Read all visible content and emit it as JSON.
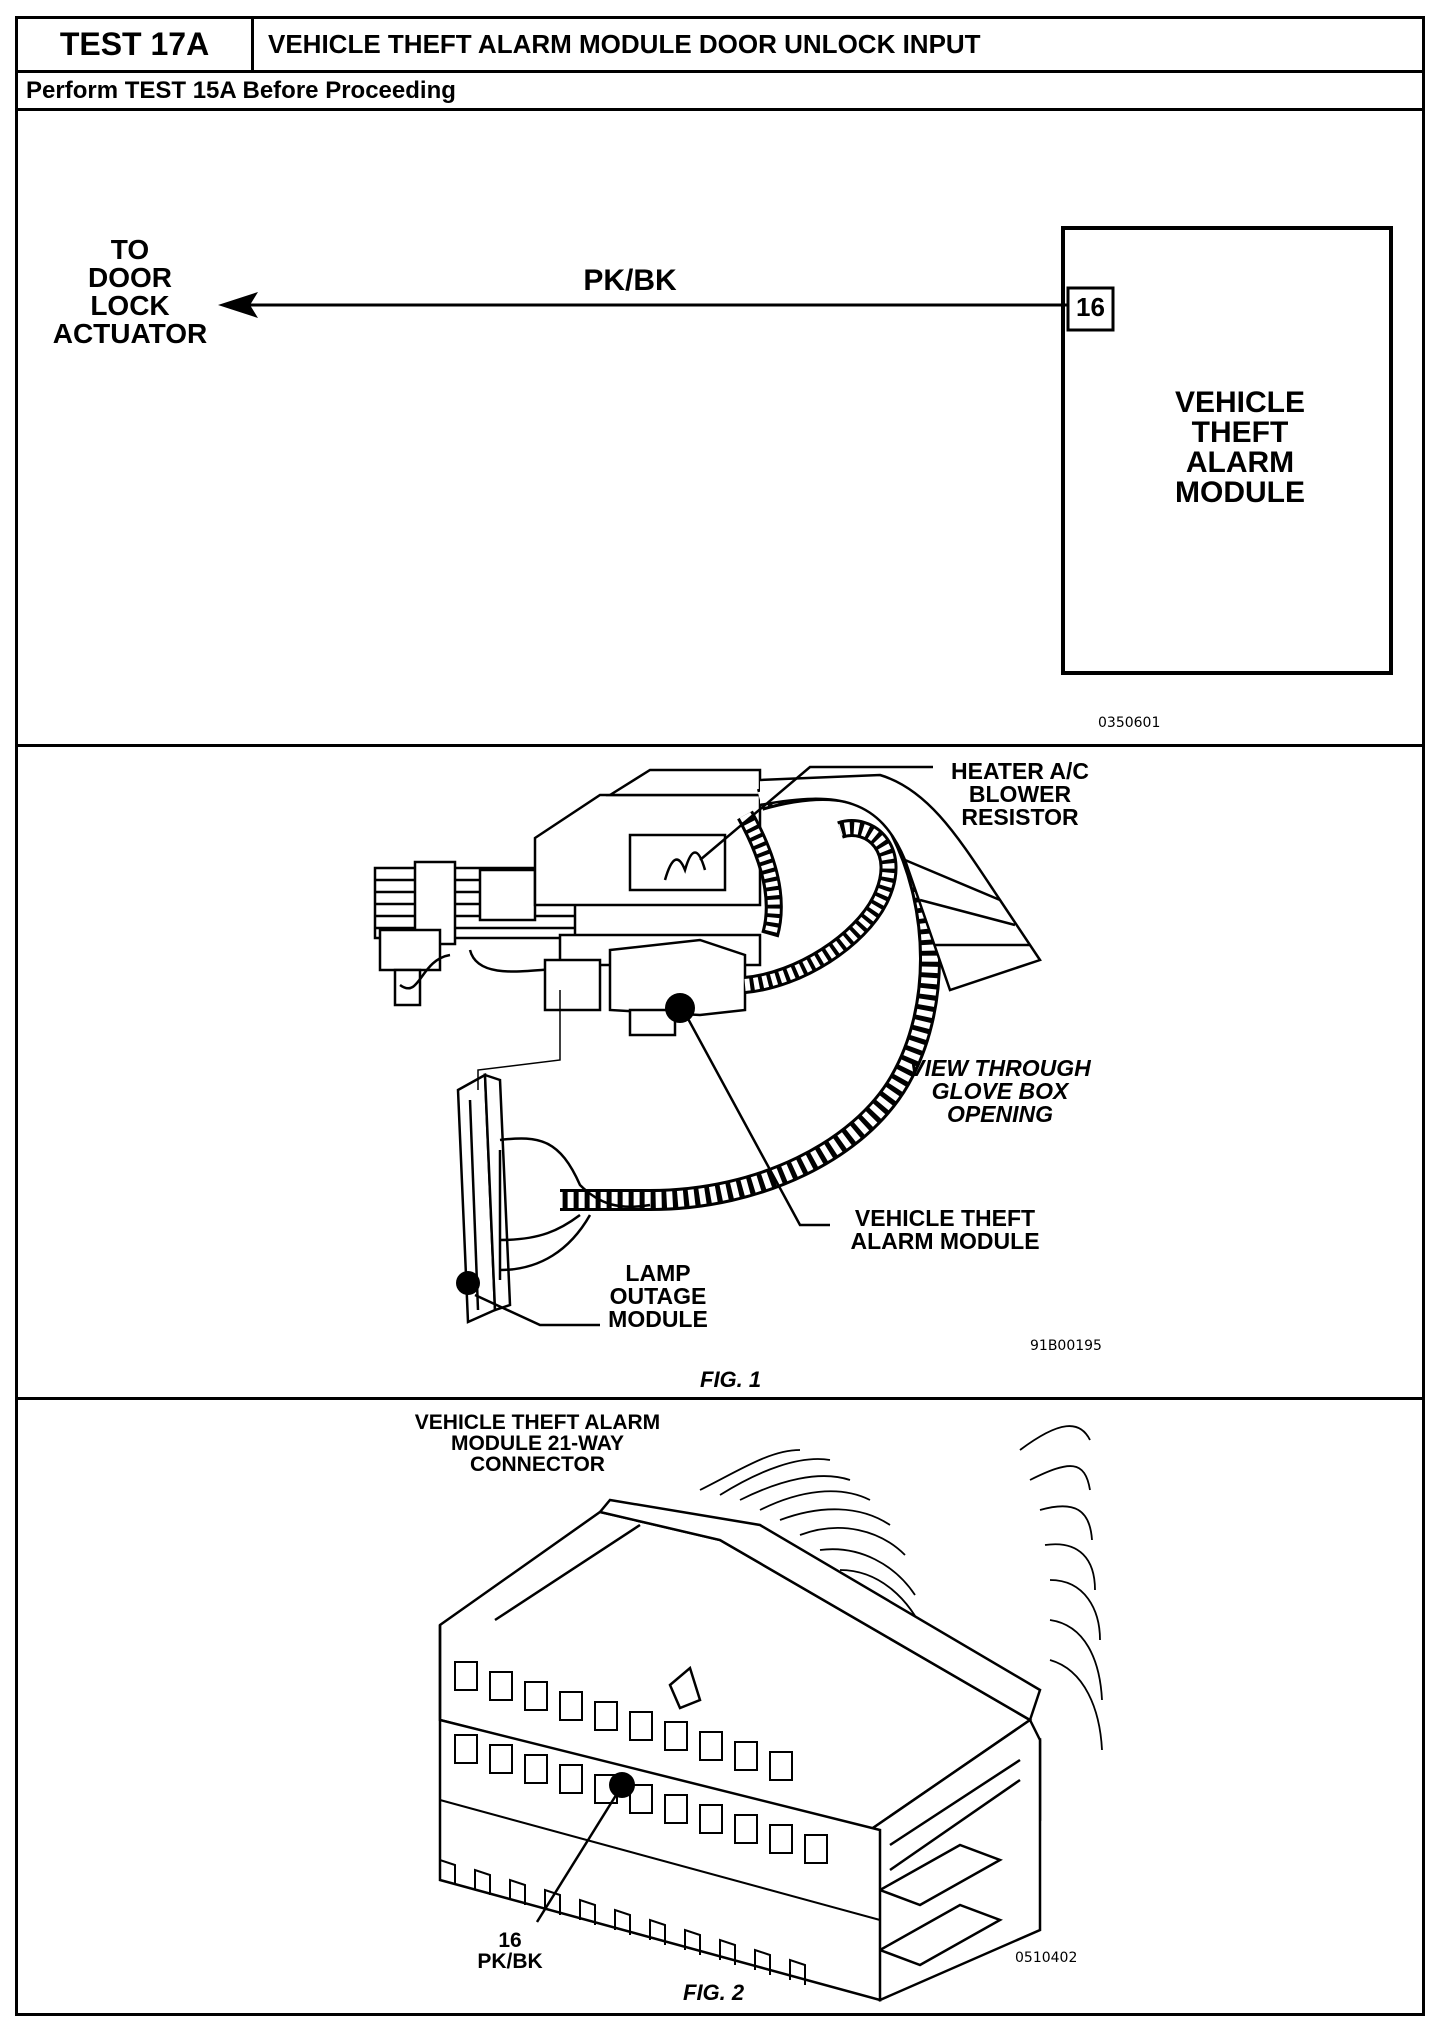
{
  "header": {
    "test_number": "TEST 17A",
    "test_title": "VEHICLE THEFT ALARM MODULE DOOR UNLOCK INPUT",
    "prerequisite": "Perform TEST 15A Before Proceeding"
  },
  "schematic": {
    "destination_label": "TO\nDOOR\nLOCK\nACTUATOR",
    "wire_color": "PK/BK",
    "pin_number": "16",
    "module_label": "VEHICLE\nTHEFT\nALARM\nMODULE",
    "image_code": "0350601"
  },
  "figure1": {
    "label_heater": "HEATER A/C\nBLOWER\nRESISTOR",
    "label_view": "VIEW THROUGH\nGLOVE BOX\nOPENING",
    "label_vtam": "VEHICLE THEFT\nALARM MODULE",
    "label_lamp": "LAMP\nOUTAGE\nMODULE",
    "image_code": "91B00195",
    "caption": "FIG. 1"
  },
  "figure2": {
    "connector_label": "VEHICLE THEFT ALARM\nMODULE 21-WAY\nCONNECTOR",
    "pin_callout": "16\nPK/BK",
    "image_code": "0510402",
    "caption": "FIG. 2"
  }
}
